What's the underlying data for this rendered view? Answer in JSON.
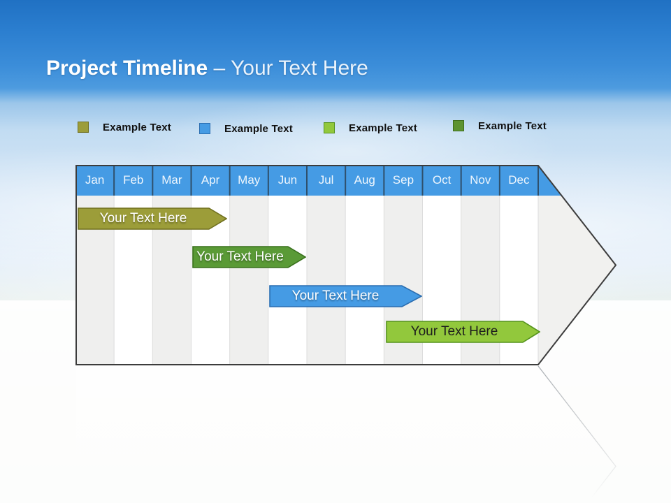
{
  "slide_title": {
    "main": "Project Timeline",
    "accent": "– Your Text Here"
  },
  "legend": {
    "items": [
      {
        "label": "Example Text",
        "color": "#9c9d39",
        "border": "#70701f"
      },
      {
        "label": "Example Text",
        "color": "#459be4",
        "border": "#2a6db0"
      },
      {
        "label": "Example Text",
        "color": "#92c83c",
        "border": "#55931c"
      },
      {
        "label": "Example Text",
        "color": "#5d9331",
        "border": "#3f6e1d"
      }
    ]
  },
  "timeline": {
    "months": [
      "Jan",
      "Feb",
      "Mar",
      "Apr",
      "May",
      "Jun",
      "Jul",
      "Aug",
      "Sep",
      "Oct",
      "Nov",
      "Dec"
    ],
    "header_color": "#459be4",
    "header_divider_color": "#2f506c",
    "stripe_color": "#efefee",
    "tip_color": "#f1f1ef",
    "outline_color": "#3c3c3c"
  },
  "bars": [
    {
      "label": "Your Text Here",
      "color": "#9c9d39",
      "border": "#70701f",
      "text_color": "#ffffff",
      "start_month": "Jan",
      "end_month": "Mar"
    },
    {
      "label": "Your Text Here",
      "color": "#5a9a36",
      "border": "#39701c",
      "text_color": "#ffffff",
      "start_month": "Apr",
      "end_month": "Jun"
    },
    {
      "label": "Your Text Here",
      "color": "#459be4",
      "border": "#2a6db0",
      "text_color": "#ffffff",
      "start_month": "Jun",
      "end_month": "Sep"
    },
    {
      "label": "Your Text Here",
      "color": "#92c83c",
      "border": "#55931c",
      "text_color": "#1d1d1d",
      "start_month": "Sep",
      "end_month": "Dec"
    }
  ],
  "chart_data": {
    "type": "bar",
    "subtype": "gantt-timeline",
    "title": "Project Timeline – Your Text Here",
    "categories": [
      "Jan",
      "Feb",
      "Mar",
      "Apr",
      "May",
      "Jun",
      "Jul",
      "Aug",
      "Sep",
      "Oct",
      "Nov",
      "Dec"
    ],
    "series": [
      {
        "name": "Your Text Here",
        "color": "#9c9d39",
        "start_month_index": 1,
        "end_month_index": 3
      },
      {
        "name": "Your Text Here",
        "color": "#5a9a36",
        "start_month_index": 4,
        "end_month_index": 6
      },
      {
        "name": "Your Text Here",
        "color": "#459be4",
        "start_month_index": 6,
        "end_month_index": 9
      },
      {
        "name": "Your Text Here",
        "color": "#92c83c",
        "start_month_index": 9,
        "end_month_index": 12
      }
    ],
    "legend_position": "top",
    "grid": "vertical-month-columns",
    "orientation": "horizontal-right-arrow"
  }
}
